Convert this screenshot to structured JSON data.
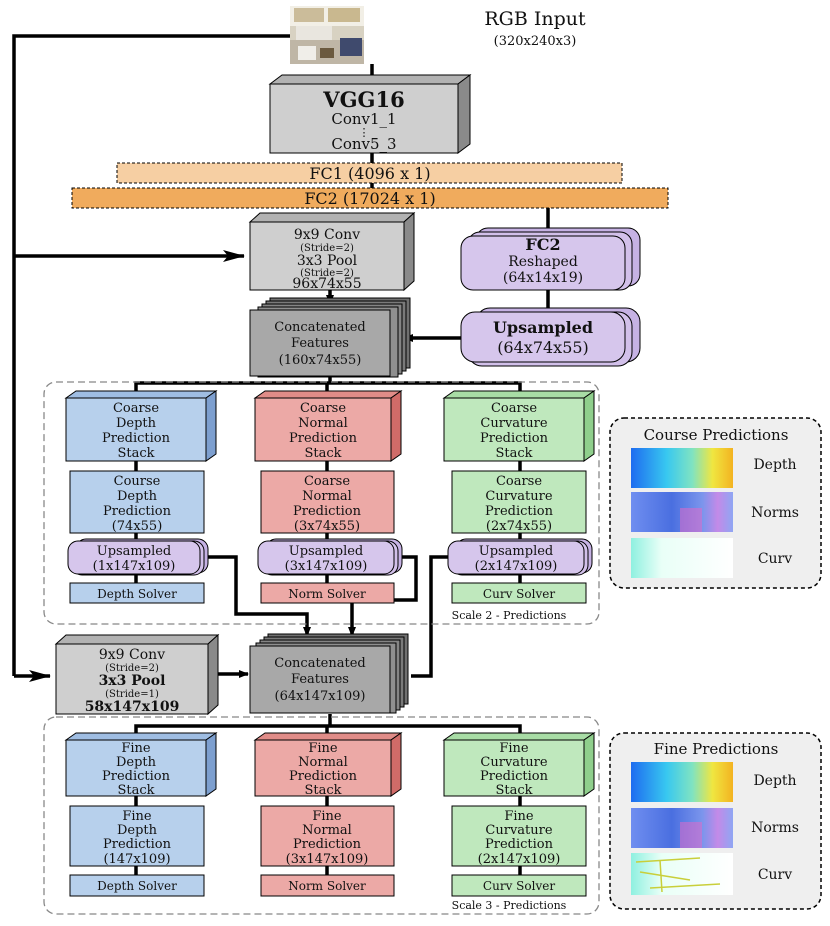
{
  "input": {
    "title": "RGB Input",
    "size": "(320x240x3)"
  },
  "vgg": {
    "title": "VGG16",
    "line1": "Conv1_1",
    "dots": "⋮",
    "line2": "Conv5_3"
  },
  "fc1": "FC1 (4096 x 1)",
  "fc2": "FC2 (17024 x 1)",
  "conv1": {
    "l1": "9x9 Conv",
    "l2": "(Stride=2)",
    "l3": "3x3 Pool",
    "l4": "(Stride=2)",
    "l5": "96x74x55"
  },
  "fc2_reshaped": {
    "title": "FC2",
    "l1": "Reshaped",
    "l2": "(64x14x19)"
  },
  "upsampled_main": {
    "title": "Upsampled",
    "l1": "(64x74x55)"
  },
  "concat1": {
    "l1": "Concatenated",
    "l2": "Features",
    "l3": "(160x74x55)"
  },
  "scale2": {
    "label": "Scale 2 - Predictions",
    "stacks": [
      {
        "l1": "Coarse",
        "l2": "Depth",
        "l3": "Prediction",
        "l4": "Stack"
      },
      {
        "l1": "Coarse",
        "l2": "Normal",
        "l3": "Prediction",
        "l4": "Stack"
      },
      {
        "l1": "Coarse",
        "l2": "Curvature",
        "l3": "Prediction",
        "l4": "Stack"
      }
    ],
    "preds": [
      {
        "l1": "Course",
        "l2": "Depth",
        "l3": "Prediction",
        "l4": "(74x55)"
      },
      {
        "l1": "Coarse",
        "l2": "Normal",
        "l3": "Prediction",
        "l4": "(3x74x55)"
      },
      {
        "l1": "Coarse",
        "l2": "Curvature",
        "l3": "Prediction",
        "l4": "(2x74x55)"
      }
    ],
    "ups": [
      {
        "l1": "Upsampled",
        "l2": "(1x147x109)"
      },
      {
        "l1": "Upsampled",
        "l2": "(3x147x109)"
      },
      {
        "l1": "Upsampled",
        "l2": "(2x147x109)"
      }
    ],
    "solvers": [
      "Depth Solver",
      "Norm Solver",
      "Curv Solver"
    ]
  },
  "conv2": {
    "l1": "9x9 Conv",
    "l2": "(Stride=2)",
    "l3": "3x3 Pool",
    "l4": "(Stride=1)",
    "l5": "58x147x109"
  },
  "concat2": {
    "l1": "Concatenated",
    "l2": "Features",
    "l3": "(64x147x109)"
  },
  "scale3": {
    "label": "Scale 3 - Predictions",
    "stacks": [
      {
        "l1": "Fine",
        "l2": "Depth",
        "l3": "Prediction",
        "l4": "Stack"
      },
      {
        "l1": "Fine",
        "l2": "Normal",
        "l3": "Prediction",
        "l4": "Stack"
      },
      {
        "l1": "Fine",
        "l2": "Curvature",
        "l3": "Prediction",
        "l4": "Stack"
      }
    ],
    "preds": [
      {
        "l1": "Fine",
        "l2": "Depth",
        "l3": "Prediction",
        "l4": "(147x109)"
      },
      {
        "l1": "Fine",
        "l2": "Normal",
        "l3": "Prediction",
        "l4": "(3x147x109)"
      },
      {
        "l1": "Fine",
        "l2": "Curvature",
        "l3": "Prediction",
        "l4": "(2x147x109)"
      }
    ],
    "solvers": [
      "Depth Solver",
      "Norm Solver",
      "Curv Solver"
    ]
  },
  "coarse_panel": {
    "title": "Course Predictions",
    "labels": [
      "Depth",
      "Norms",
      "Curv"
    ]
  },
  "fine_panel": {
    "title": "Fine Predictions",
    "labels": [
      "Depth",
      "Norms",
      "Curv"
    ]
  },
  "colors": {
    "blue": "#b7d0ec",
    "blue_side": "#7d9fcf",
    "red": "#eca9a6",
    "red_side": "#d06b68",
    "green": "#bfe8bd",
    "green_side": "#8fcf8c",
    "gray": "#cfcfcf",
    "gray_side": "#8a8a8a",
    "purple": "#d6c6ec",
    "fc1": "#f6cfa3",
    "fc2": "#f0ab5d"
  }
}
